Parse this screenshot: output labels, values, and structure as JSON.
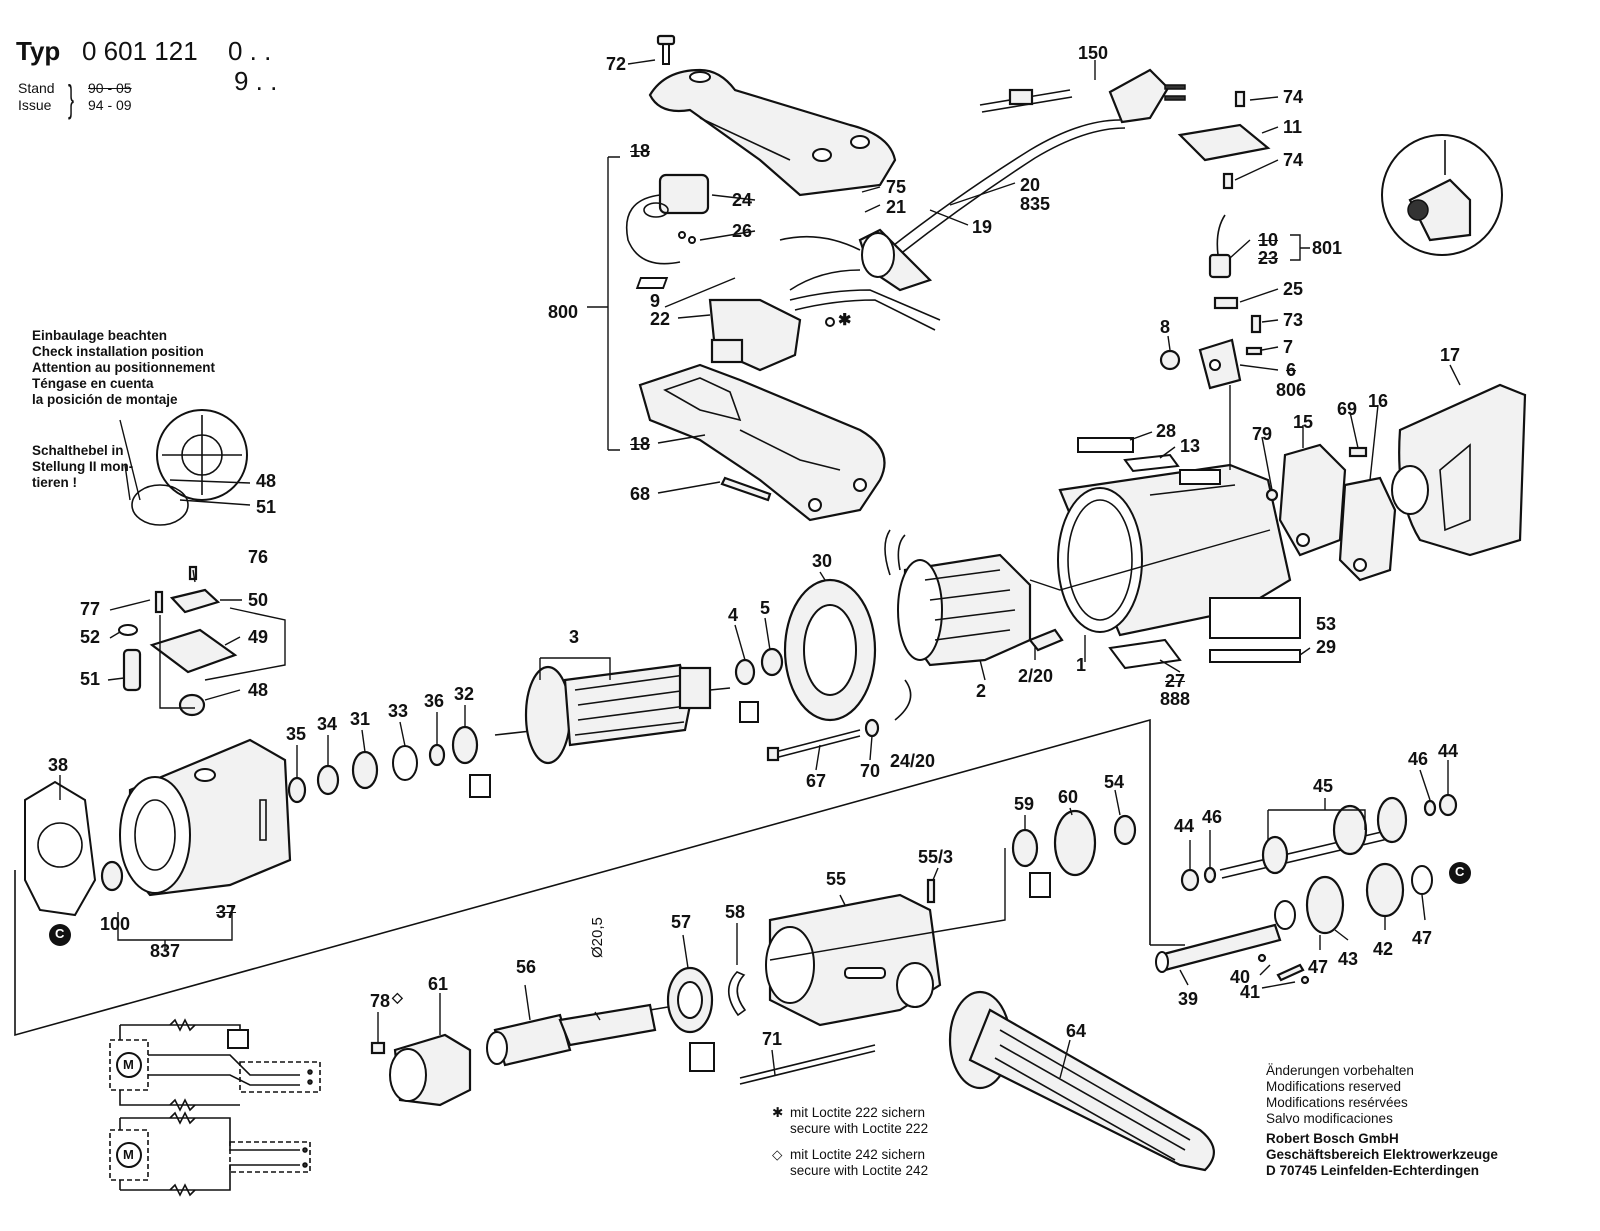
{
  "header": {
    "typ_label": "Typ",
    "typ_number": "0 601 121",
    "variant_1": "0 . .",
    "variant_2": "9 . .",
    "stand_label": "Stand",
    "issue_label": "Issue",
    "stand_value": "90 - 05",
    "issue_value": "94 - 09"
  },
  "install_note": {
    "lines": [
      "Einbaulage beachten",
      "Check installation position",
      "Attention au positionnement",
      "Téngase en cuenta",
      "la posición de montaje"
    ]
  },
  "switch_note": {
    "lines": [
      "Schalthebel in",
      "Stellung II mon-",
      "tieren !"
    ]
  },
  "labels": [
    {
      "id": "72",
      "text": "72"
    },
    {
      "id": "150",
      "text": "150"
    },
    {
      "id": "18a",
      "text": "18"
    },
    {
      "id": "24",
      "text": "24"
    },
    {
      "id": "26",
      "text": "26"
    },
    {
      "id": "75",
      "text": "75"
    },
    {
      "id": "21",
      "text": "21"
    },
    {
      "id": "20",
      "text": "20"
    },
    {
      "id": "835",
      "text": "835"
    },
    {
      "id": "19",
      "text": "19"
    },
    {
      "id": "74a",
      "text": "74"
    },
    {
      "id": "11",
      "text": "11"
    },
    {
      "id": "74b",
      "text": "74"
    },
    {
      "id": "800",
      "text": "800"
    },
    {
      "id": "9",
      "text": "9"
    },
    {
      "id": "22",
      "text": "22"
    },
    {
      "id": "star",
      "text": "✱"
    },
    {
      "id": "10",
      "text": "10"
    },
    {
      "id": "23",
      "text": "23"
    },
    {
      "id": "801",
      "text": "801"
    },
    {
      "id": "25",
      "text": "25"
    },
    {
      "id": "8",
      "text": "8"
    },
    {
      "id": "73",
      "text": "73"
    },
    {
      "id": "7",
      "text": "7"
    },
    {
      "id": "6",
      "text": "6"
    },
    {
      "id": "806",
      "text": "806"
    },
    {
      "id": "17",
      "text": "17"
    },
    {
      "id": "18b",
      "text": "18"
    },
    {
      "id": "68",
      "text": "68"
    },
    {
      "id": "28",
      "text": "28"
    },
    {
      "id": "13",
      "text": "13"
    },
    {
      "id": "79",
      "text": "79"
    },
    {
      "id": "15",
      "text": "15"
    },
    {
      "id": "69",
      "text": "69"
    },
    {
      "id": "16",
      "text": "16"
    },
    {
      "id": "48a",
      "text": "48"
    },
    {
      "id": "51a",
      "text": "51"
    },
    {
      "id": "76",
      "text": "76"
    },
    {
      "id": "77",
      "text": "77"
    },
    {
      "id": "50",
      "text": "50"
    },
    {
      "id": "52",
      "text": "52"
    },
    {
      "id": "49",
      "text": "49"
    },
    {
      "id": "51b",
      "text": "51"
    },
    {
      "id": "48b",
      "text": "48"
    },
    {
      "id": "30",
      "text": "30"
    },
    {
      "id": "3",
      "text": "3"
    },
    {
      "id": "4",
      "text": "4"
    },
    {
      "id": "5",
      "text": "5"
    },
    {
      "id": "53",
      "text": "53"
    },
    {
      "id": "29",
      "text": "29"
    },
    {
      "id": "2",
      "text": "2"
    },
    {
      "id": "2_20",
      "text": "2/20"
    },
    {
      "id": "1",
      "text": "1"
    },
    {
      "id": "27",
      "text": "27"
    },
    {
      "id": "888",
      "text": "888"
    },
    {
      "id": "35",
      "text": "35"
    },
    {
      "id": "34",
      "text": "34"
    },
    {
      "id": "31",
      "text": "31"
    },
    {
      "id": "33",
      "text": "33"
    },
    {
      "id": "36",
      "text": "36"
    },
    {
      "id": "32",
      "text": "32"
    },
    {
      "id": "67",
      "text": "67"
    },
    {
      "id": "70",
      "text": "70"
    },
    {
      "id": "24_20",
      "text": "24/20"
    },
    {
      "id": "38",
      "text": "38"
    },
    {
      "id": "46a",
      "text": "46"
    },
    {
      "id": "44a",
      "text": "44"
    },
    {
      "id": "45",
      "text": "45"
    },
    {
      "id": "59",
      "text": "59"
    },
    {
      "id": "60",
      "text": "60"
    },
    {
      "id": "54",
      "text": "54"
    },
    {
      "id": "44b",
      "text": "44"
    },
    {
      "id": "46b",
      "text": "46"
    },
    {
      "id": "55_3",
      "text": "55/3"
    },
    {
      "id": "55",
      "text": "55"
    },
    {
      "id": "37",
      "text": "37"
    },
    {
      "id": "100",
      "text": "100"
    },
    {
      "id": "837",
      "text": "837"
    },
    {
      "id": "57",
      "text": "57"
    },
    {
      "id": "58",
      "text": "58"
    },
    {
      "id": "47a",
      "text": "47"
    },
    {
      "id": "43",
      "text": "43"
    },
    {
      "id": "42",
      "text": "42"
    },
    {
      "id": "47b",
      "text": "47"
    },
    {
      "id": "56",
      "text": "56"
    },
    {
      "id": "d20_5",
      "text": "Ø20,5"
    },
    {
      "id": "61",
      "text": "61"
    },
    {
      "id": "78",
      "text": "78"
    },
    {
      "id": "diamond",
      "text": "◇"
    },
    {
      "id": "40",
      "text": "40"
    },
    {
      "id": "41",
      "text": "41"
    },
    {
      "id": "39",
      "text": "39"
    },
    {
      "id": "64",
      "text": "64"
    },
    {
      "id": "71",
      "text": "71"
    },
    {
      "id": "c1",
      "text": "C"
    },
    {
      "id": "c2",
      "text": "C"
    }
  ],
  "loctite": {
    "star_symbol": "✱",
    "star_line_1": "mit Loctite 222 sichern",
    "star_line_2": "secure with Loctite 222",
    "diamond_symbol": "◇",
    "diamond_line_1": "mit Loctite 242 sichern",
    "diamond_line_2": "secure with Loctite 242"
  },
  "modifications": {
    "lines": [
      "Änderungen vorbehalten",
      "Modifications reserved",
      "Modifications resérvées",
      "Salvo modificaciones"
    ]
  },
  "company": {
    "lines": [
      "Robert Bosch GmbH",
      "Geschäftsbereich Elektrowerkzeuge",
      "D 70745 Leinfelden-Echterdingen"
    ]
  },
  "schematic": {
    "motor_symbol": "M"
  }
}
